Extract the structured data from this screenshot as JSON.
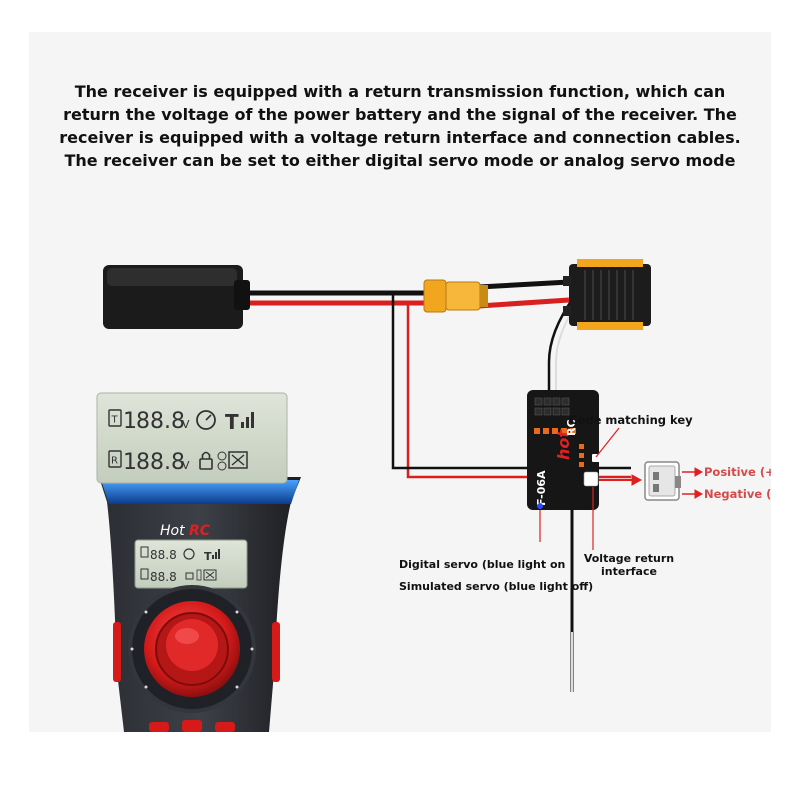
{
  "headline": "The receiver is equipped with a return transmission function, which can return the voltage of the power battery and the signal of the receiver. The receiver is equipped with a voltage return interface and connection cables. The receiver can be set to either digital servo mode or analog servo mode",
  "transmitter": {
    "brand_hot": "Hot",
    "brand_rc": "RC",
    "lcd_row1_value": "88.8",
    "lcd_row2_value": "88.8",
    "lcd_unit": "V",
    "lcd_t_label": "T",
    "lcd_r_label": "R",
    "small_lcd_row1_value": "88.8",
    "small_lcd_row2_value": "88.8",
    "lcd_digit_prefix": "1"
  },
  "receiver": {
    "model": "F-06A",
    "brand_hot": "hot",
    "brand_rc": "RC"
  },
  "callouts": {
    "code_key": "Code",
    "code_key_rest": " matching key",
    "positive": "Positive (+",
    "negative": "Negative (-",
    "digital_servo": "Digital servo (blue light on",
    "simulated_servo": "Simulated servo (blue light off)",
    "voltage_return_line1": "Voltage return",
    "voltage_return_line2": "interface"
  },
  "colors": {
    "background": "#f5f5f5",
    "wire_red": "#d92020",
    "wire_black": "#111111",
    "accent_red": "#e02020",
    "xt60_yellow": "#f2a51f",
    "lcd_green": "#cfd9c9",
    "transmitter_blue": "#1f6fd6",
    "blue_led": "#2a4bff"
  }
}
